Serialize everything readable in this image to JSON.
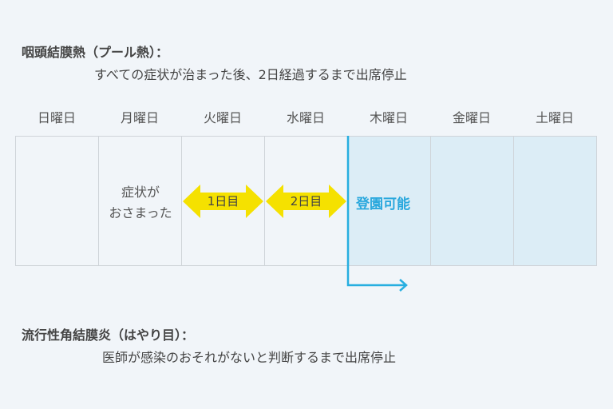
{
  "section1": {
    "title": "咽頭結膜熱（プール熱）：",
    "desc": "すべての症状が治まった後、2日経過するまで出席停止"
  },
  "section2": {
    "title": "流行性角結膜炎（はやり目）：",
    "desc": "医師が感染のおそれがないと判断するまで出席停止"
  },
  "days": [
    "日曜日",
    "月曜日",
    "火曜日",
    "水曜日",
    "木曜日",
    "金曜日",
    "土曜日"
  ],
  "monday_note": {
    "line1": "症状が",
    "line2": "おさまった"
  },
  "arrows": {
    "day1": "1日目",
    "day2": "2日目"
  },
  "ok_label": "登園可能",
  "colors": {
    "arrow": "#f5e100",
    "ok_line": "#27aee0",
    "ok_bg": "#dcedf6"
  }
}
